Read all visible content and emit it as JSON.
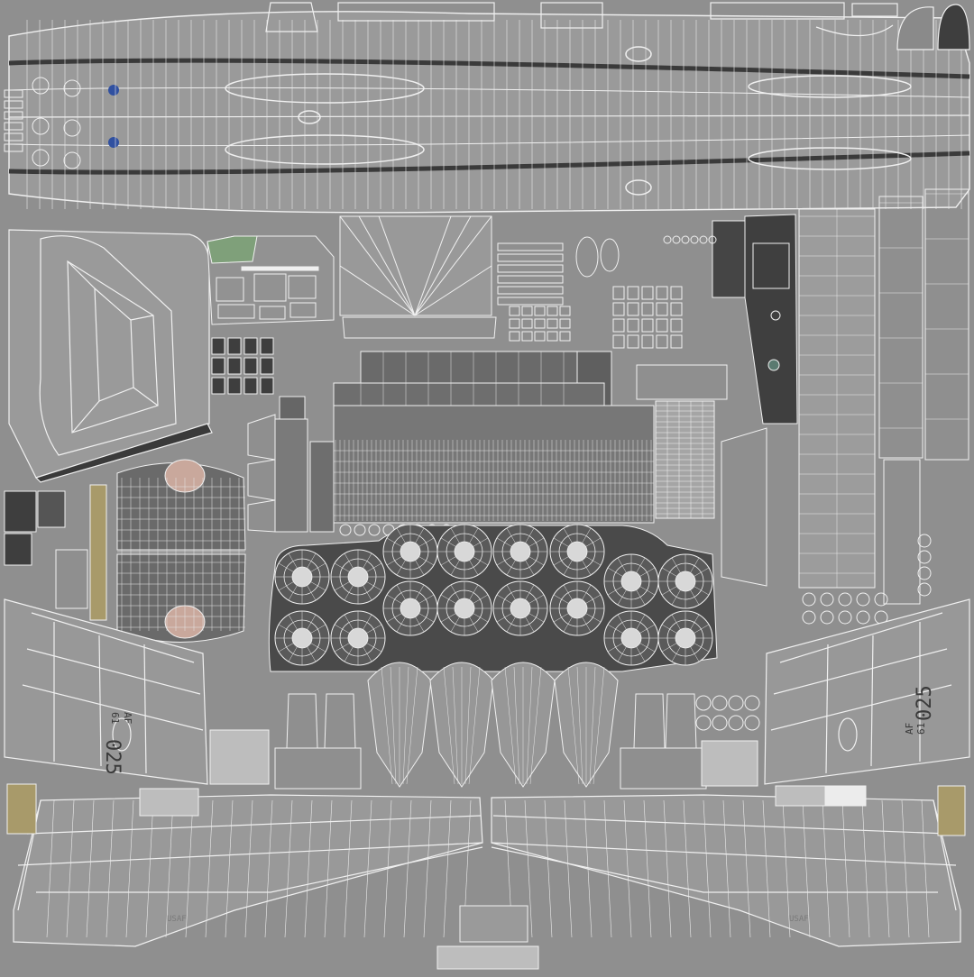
{
  "palette": {
    "background": "#8f8f8f",
    "wire": "#f2f2f2",
    "panel_dark": "#4a4a4a",
    "panel_mid": "#6e6e6e",
    "panel_light": "#cfcfcf",
    "accent_green": "#7fa07a",
    "accent_tan": "#a89a6a",
    "accent_red": "#c04040",
    "accent_blue": "#3050a0"
  },
  "markings": {
    "tail_left_line1": "AF",
    "tail_left_line2": "61",
    "tail_left_serial": "025",
    "tail_right_line1": "AF",
    "tail_right_line2": "61",
    "tail_right_serial": "025",
    "wing_left_text": "USAF",
    "wing_right_text": "USAF"
  }
}
